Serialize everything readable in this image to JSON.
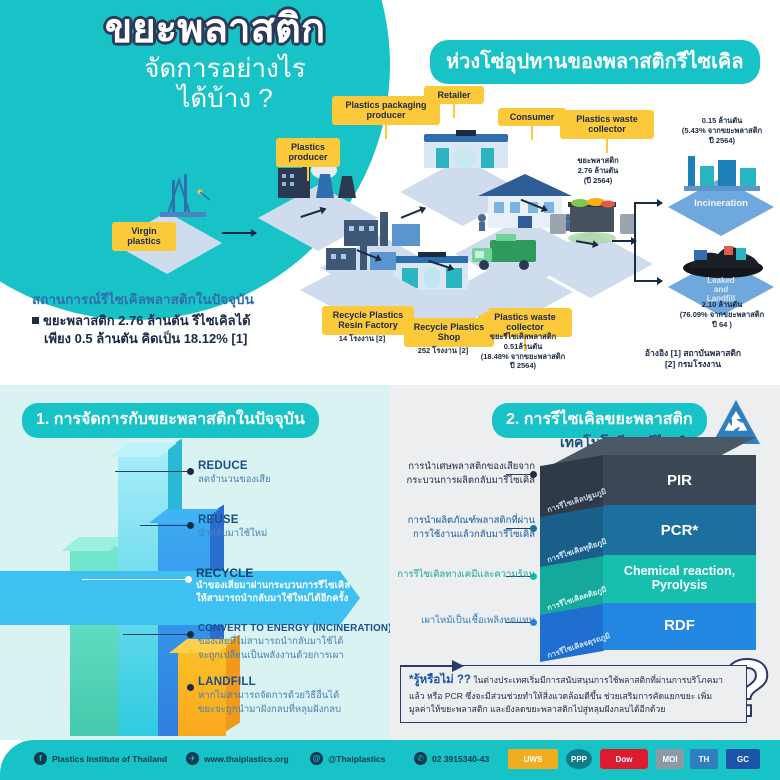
{
  "header": {
    "title_main": "ขยะพลาสติก",
    "title_sub1": "จัดการอย่างไร",
    "title_sub2": "ได้บ้าง ?",
    "chain_title": "ห่วงโซ่อุปทานของพลาสติกรีไซเคิล"
  },
  "supply_chain": {
    "nodes": [
      {
        "id": "virgin-plastics",
        "label": "Virgin\nplastics"
      },
      {
        "id": "plastics-producer",
        "label": "Plastics\nproducer"
      },
      {
        "id": "plastics-packaging-producer",
        "label": "Plastics packaging\nproducer"
      },
      {
        "id": "retailer",
        "label": "Retailer"
      },
      {
        "id": "consumer",
        "label": "Consumer"
      },
      {
        "id": "plastics-waste-collector",
        "label": "Plastics waste\ncollector"
      },
      {
        "id": "recycle-plastics-resin-factory",
        "label": "Recycle Plastics\nResin Factory"
      },
      {
        "id": "recycle-plastics-shop",
        "label": "Recycle Plastics\nShop"
      },
      {
        "id": "plastics-waste-collector-2",
        "label": "Plastics waste\ncollector"
      },
      {
        "id": "incineration",
        "label": "Incineration"
      },
      {
        "id": "leaked-and-landfill",
        "label": "Leaked\nand\nLandfill"
      }
    ],
    "stats": {
      "consumer_waste": "ขยะพลาสติก\n2.76 ล้านตัน\n(ปี 2564)",
      "incineration": "0.15 ล้านตัน\n(5.43% จากขยะพลาสติก\nปี 2564)",
      "landfill": "2.10 ล้านตัน\n(76.09% จากขยะพลาสติก\nปี 64 )",
      "resin_factory_count": "14 โรงงาน [2]",
      "recycle_shop_count": "252 โรงงาน [2]",
      "recycled_waste": "ขยะรีไซเคิลพลาสติก\n0.51ล้านตัน\n(18.48% จากขยะพลาสติก\nปี 2564)"
    },
    "current_status": {
      "heading": "สถานการณ์รีไซเคิลพลาสติกในปัจจุบัน",
      "line1": "ขยะพลาสติก 2.76 ล้านตัน รีไซเคิลได้",
      "line2": "เพียง 0.5 ล้านตัน คิดเป็น 18.12% [1]"
    },
    "references": "อ้างอิง [1] สถาบันพลาสติก\n[2] กรมโรงงาน"
  },
  "section1": {
    "title": "1. การจัดการกับขยะพลาสติกในปัจจุบัน",
    "items": [
      {
        "title": "REDUCE",
        "desc": "ลดจำนวนของเสีย",
        "color": "#7fe3f5"
      },
      {
        "title": "REUSE",
        "desc": "นำกลับมาใช้ใหม่",
        "color": "#2d93e8"
      },
      {
        "title": "RECYCLE",
        "desc": "นำของเสียมาผ่านกระบวนการรีไซเคิล\nให้สามารถนำกลับมาใช้ใหม่ได้อีกครั้ง",
        "color": "#3ec0f0"
      },
      {
        "title": "CONVERT TO ENERGY (INCINERATION)",
        "desc": "ของเสียที่ไม่สามารถนำกลับมาใช้ได้\nจะถูกเปลี่ยนเป็นพลังงานด้วยการเผา",
        "color": "#7ec94a"
      },
      {
        "title": "LANDFILL",
        "desc": "หากไม่สามารถจัดการด้วยวิธีอื่นได้\nขยะจะถูกนำมาฝังกลบที่หลุมฝังกลบ",
        "color": "#fbb016"
      }
    ]
  },
  "section2": {
    "title": "2. การรีไซเคิลขยะพลาสติก",
    "subtitle": "เทคโนโลยีการรีไซเคิล",
    "icon": "recycle-icon",
    "layers": [
      {
        "name": "PIR",
        "side_label": "การรีไซเคิลปฐมภูมิ",
        "desc": "การนำเศษพลาสติกของเสียจาก\nกระบวนการผลิตกลับมารีไซเคิล",
        "color": "#3b4754",
        "dot": "#1d2d3f"
      },
      {
        "name": "PCR*",
        "side_label": "การรีไซเคิลทุติยภูมิ",
        "desc": "การนำผลิตภัณฑ์พลาสติกที่ผ่าน\nการใช้งานแล้วกลับมารีไซเคิล",
        "color": "#1c6f9e",
        "dot": "#1c6f9e"
      },
      {
        "name": "Chemical reaction,\nPyrolysis",
        "side_label": "การรีไซเคิลตติยภูมิ",
        "desc": "การรีไซเคิลทางเคมีและความร้อน",
        "color": "#17bfae",
        "dot": "#17bfae"
      },
      {
        "name": "RDF",
        "side_label": "การรีไซเคิลจตุรถภูมิ",
        "desc": "เผาไหม้เป็นเชื้อเพลิงทดแทน",
        "color": "#2287e0",
        "dot": "#2287e0"
      }
    ],
    "know_box": {
      "star": "*รู้หรือไม่ ??",
      "text": "ในต่างประเทศเริ่มมีการสนับสนุนการใช้พลาสติกที่ผ่านการบริโภคมาแล้ว หรือ PCR ซึ่งจะมีส่วนช่วยทำให้สิ่งแวดล้อมดีขึ้น ช่วยเสริมการคัดแยกขยะ เพิ่มมูลค่าให้ขยะพลาสติก และยังลดขยะพลาสติกไปสู่หลุมฝังกลบได้อีกด้วย"
    }
  },
  "footer": {
    "items": [
      {
        "icon": "facebook-icon",
        "glyph": "f",
        "label": "Plastics Institute of Thailand"
      },
      {
        "icon": "telegram-icon",
        "glyph": "✈",
        "label": "www.thaiplastics.org"
      },
      {
        "icon": "line-icon",
        "glyph": "@",
        "label": "@Thaiplastics"
      },
      {
        "icon": "phone-icon",
        "glyph": "✆",
        "label": "02 3915340-43"
      }
    ],
    "sponsors": [
      {
        "name": "UWS",
        "color": "#f0ad1e",
        "text": "UWS"
      },
      {
        "name": "PPP",
        "color": "#0f7d88",
        "text": "PPP"
      },
      {
        "name": "Dow",
        "color": "#dc1c2e",
        "text": "Dow"
      },
      {
        "name": "Ministry",
        "color": "#8d9aa6",
        "text": "MOI"
      },
      {
        "name": "Thai Agency",
        "color": "#2f7fc0",
        "text": "TH"
      },
      {
        "name": "GC",
        "color": "#1b53a8",
        "text": "GC"
      }
    ]
  },
  "colors": {
    "teal": "#18c3c8",
    "yellow": "#fcc93a",
    "navy": "#1c2a44",
    "blue": "#2f6fae"
  }
}
